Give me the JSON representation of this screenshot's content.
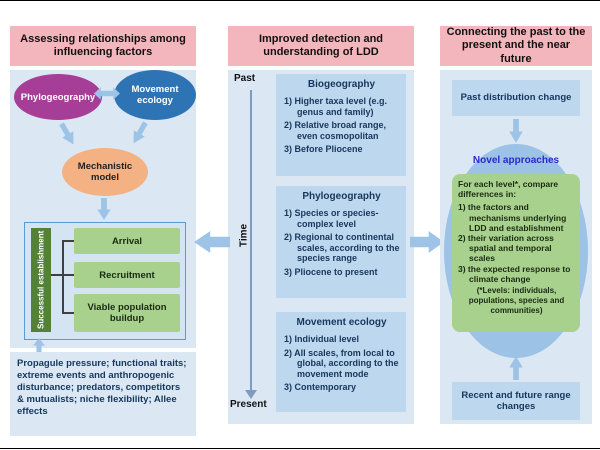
{
  "left": {
    "header": "Assessing relationships among influencing factors",
    "phylogeography": "Phylogeography",
    "movement_ecology": "Movement ecology",
    "mechanistic_model": "Mechanistic model",
    "establishment": "Successful establishment",
    "stages": [
      "Arrival",
      "Recruitment",
      "Viable population buildup"
    ],
    "factors_note": "Propagule pressure; functional traits; extreme events and anthropogenic disturbance; predators, competitors & mutualists;  niche flexibility; Allee effects"
  },
  "middle": {
    "header": "Improved detection and understanding of LDD",
    "past": "Past",
    "time": "Time",
    "present": "Present",
    "boxes": [
      {
        "title": "Biogeography",
        "items": [
          "1)  Higher taxa level (e.g. genus and family)",
          "2)  Relative broad range, even cosmopolitan",
          "3)  Before Pliocene"
        ]
      },
      {
        "title": "Phylogeography",
        "items": [
          "1)  Species or species-complex level",
          "2)  Regional to continental scales, according to the species range",
          "3)  Pliocene to present"
        ]
      },
      {
        "title": "Movement ecology",
        "items": [
          "1)  Individual level",
          "2)  All scales, from local to global, according to the movement mode",
          "3)  Contemporary"
        ]
      }
    ]
  },
  "right": {
    "header": "Connecting the past to the present and the near future",
    "past_box": "Past distribution change",
    "novel_title": "Novel approaches",
    "compare_intro": "For each level*, compare differences in:",
    "compare_items": [
      "1) the factors and mechanisms underlying LDD and establishment",
      "2) their variation across spatial and temporal scales",
      "3) the expected response to climate change"
    ],
    "levels_note": "(*Levels: individuals, populations,  species and communities)",
    "future_box": "Recent and future range changes"
  },
  "colors": {
    "header_pink": "#f3b6bc",
    "panel_blue": "#dbe8f4",
    "box_blue": "#bdd7ee",
    "ellipse_blue": "#9cc2e5",
    "arrow_blue": "#9dc3e6",
    "magenta": "#a63d96",
    "dark_blue": "#2e74b5",
    "orange": "#f4b183",
    "green": "#a9d18e",
    "dark_green": "#538135",
    "novel_text": "#2929cc"
  }
}
